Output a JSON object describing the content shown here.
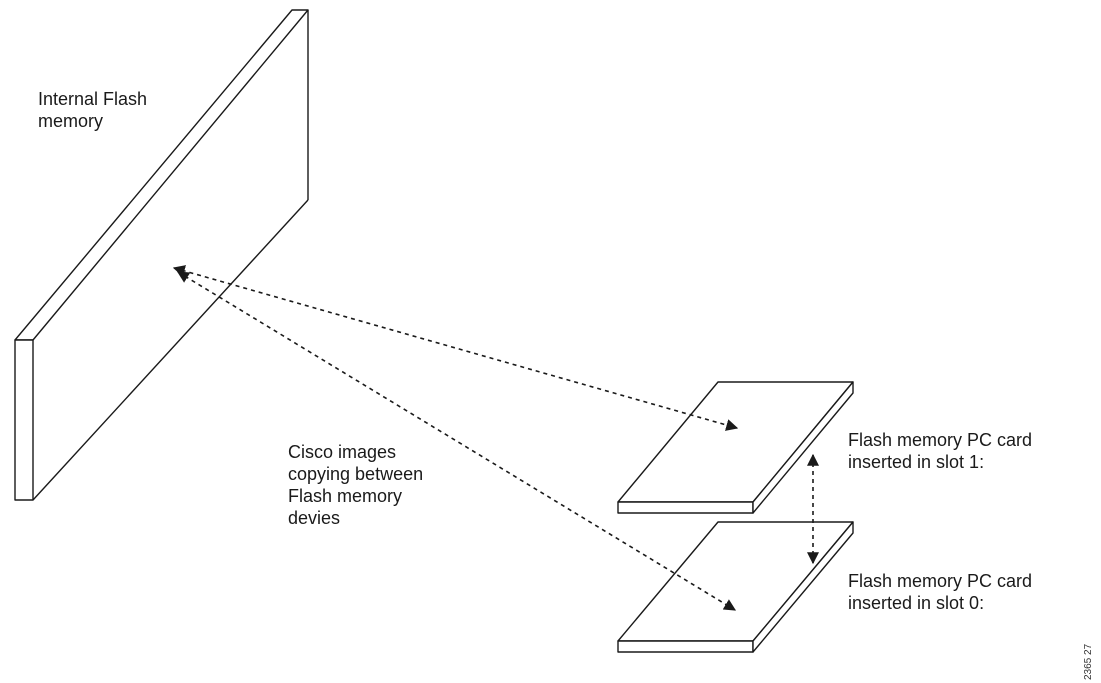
{
  "labels": {
    "internal_flash": [
      "Internal Flash",
      "memory"
    ],
    "copy_note": [
      "Cisco images",
      "copying between",
      "Flash memory",
      "devies"
    ],
    "slot1": [
      "Flash memory PC card",
      "inserted in slot 1:"
    ],
    "slot0": [
      "Flash memory PC card",
      "inserted in slot 0:"
    ],
    "figure_code": "2365 27"
  },
  "colors": {
    "stroke": "#1a1a1a",
    "background": "#ffffff"
  }
}
